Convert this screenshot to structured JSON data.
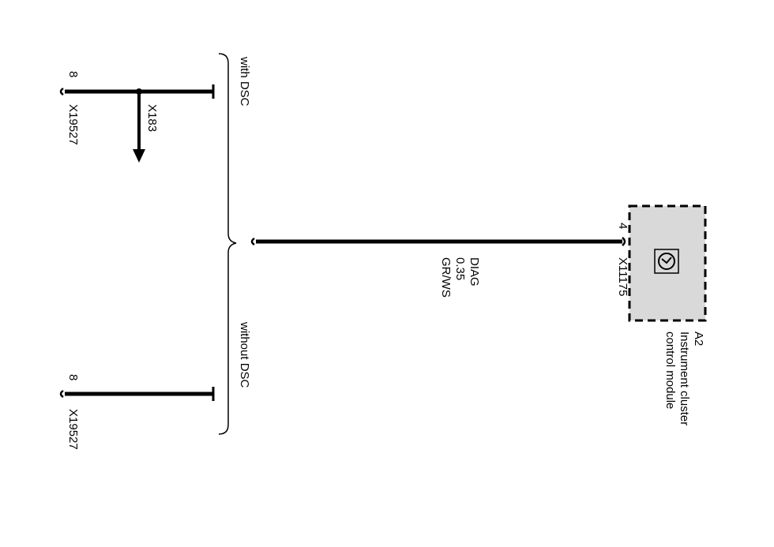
{
  "diagram": {
    "variants": {
      "with_dsc": "with DSC",
      "without_dsc": "without DSC"
    },
    "connectors": {
      "x19527_top": {
        "id": "X19527",
        "pin": "8"
      },
      "x19527_bottom": {
        "id": "X19527",
        "pin": "8"
      },
      "x183": {
        "id": "X183"
      },
      "x11175": {
        "id": "X11175",
        "pin": "4"
      }
    },
    "wire": {
      "signal": "DIAG",
      "gauge": "0.35",
      "color_code": "GR/WS"
    },
    "module": {
      "ref": "A2",
      "name_line1": "Instrument cluster",
      "name_line2": "control module"
    },
    "icons": {
      "module_symbol": "instrument-cluster-icon"
    }
  }
}
